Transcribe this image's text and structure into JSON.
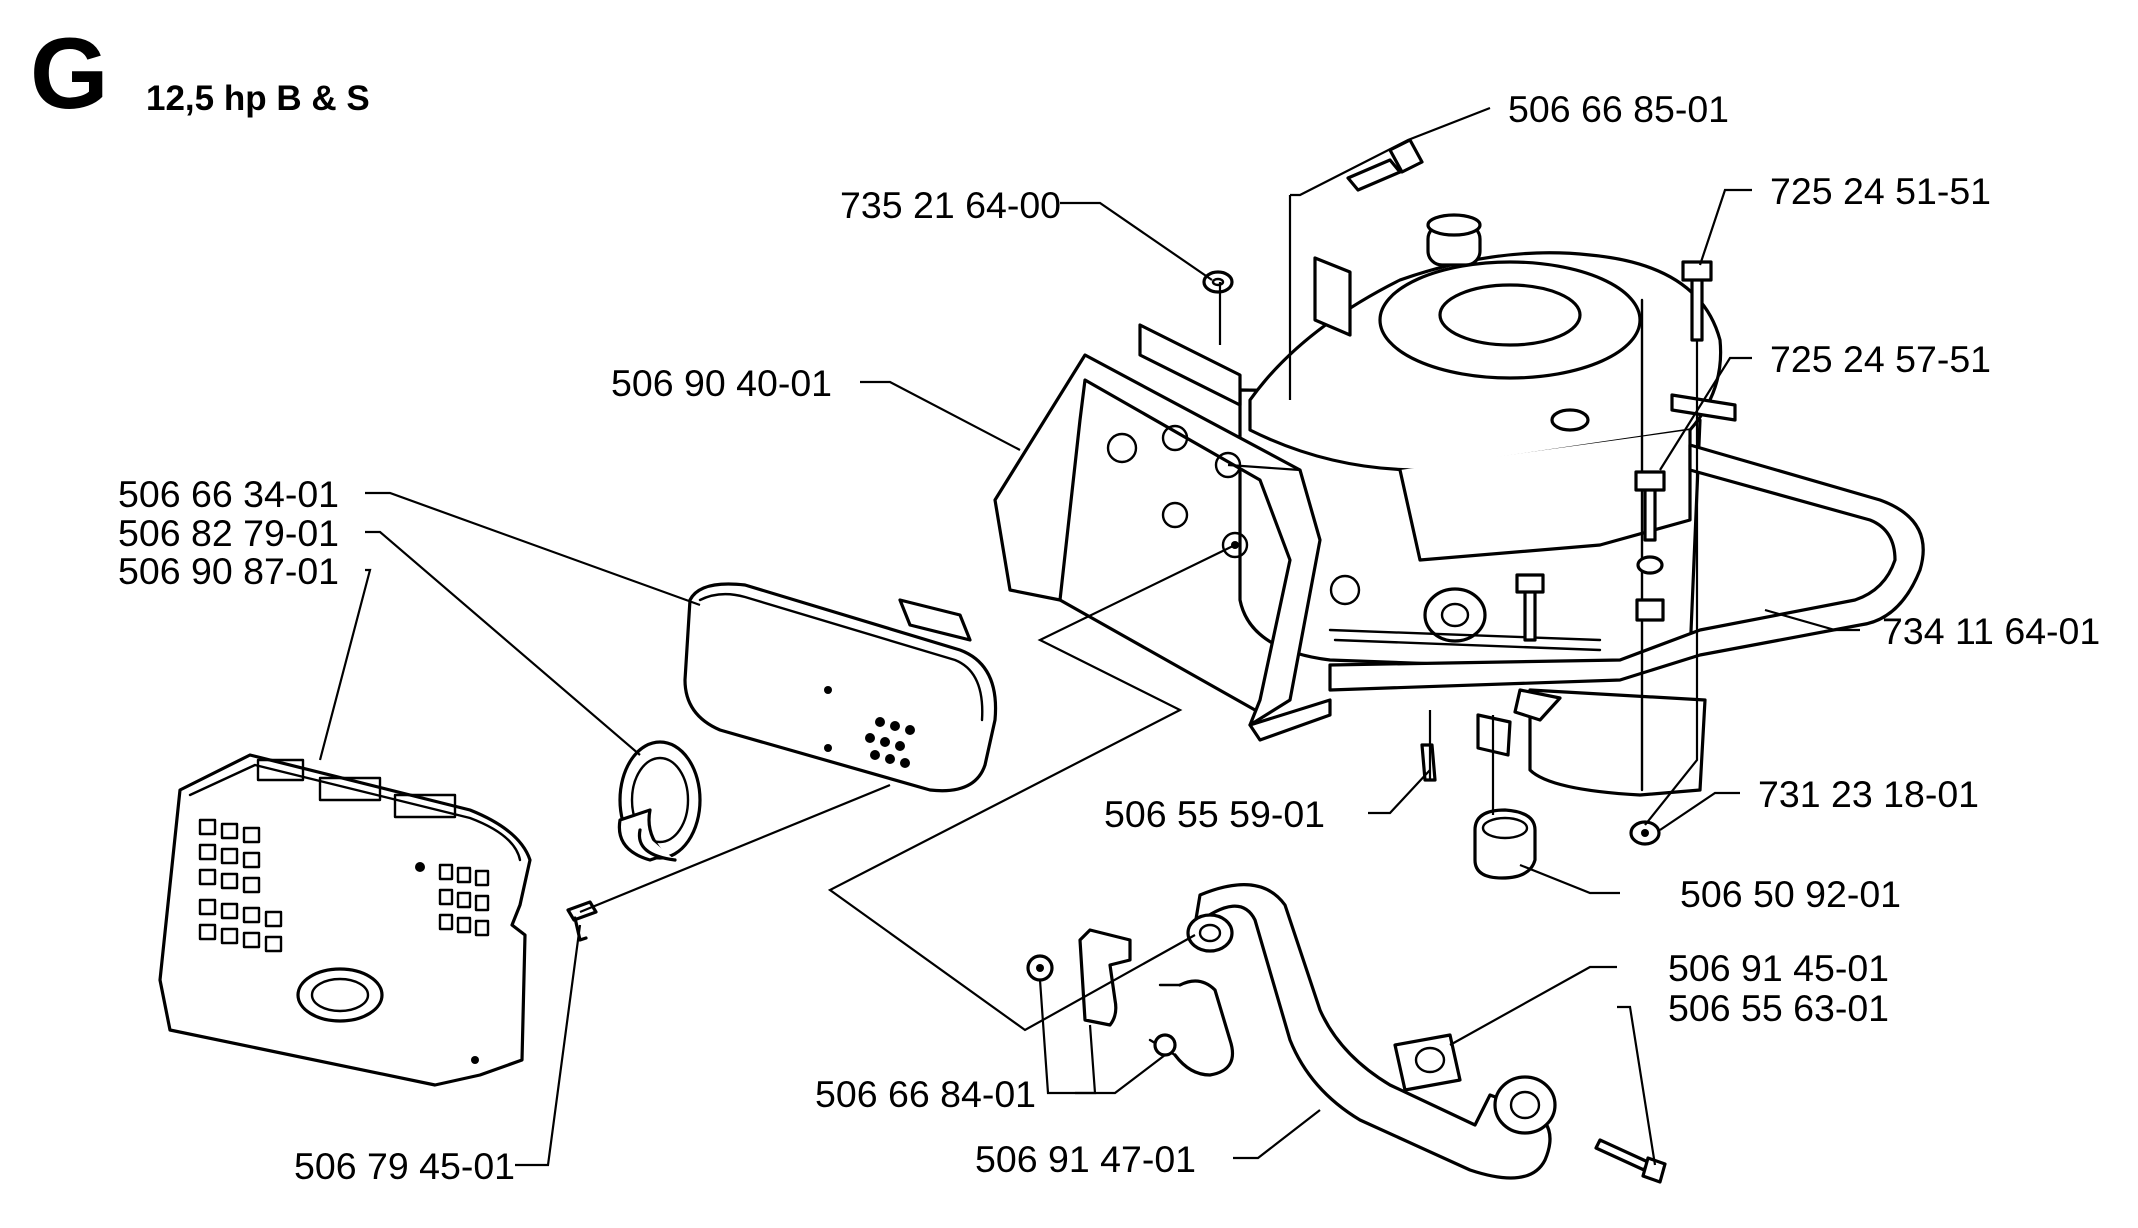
{
  "header": {
    "section_letter": "G",
    "subtitle": "12,5 hp B & S"
  },
  "parts": [
    "506 66 85-01",
    "735 21 64-00",
    "725 24 51-51",
    "725 24 57-51",
    "506 90 40-01",
    "506 66 34-01",
    "506 82 79-01",
    "506 90 87-01",
    "734 11 64-01",
    "731 23 18-01",
    "506 55 59-01",
    "506 50 92-01",
    "506 91 45-01",
    "506 55 63-01",
    "506 66 84-01",
    "506 91 47-01",
    "506 79 45-01"
  ]
}
